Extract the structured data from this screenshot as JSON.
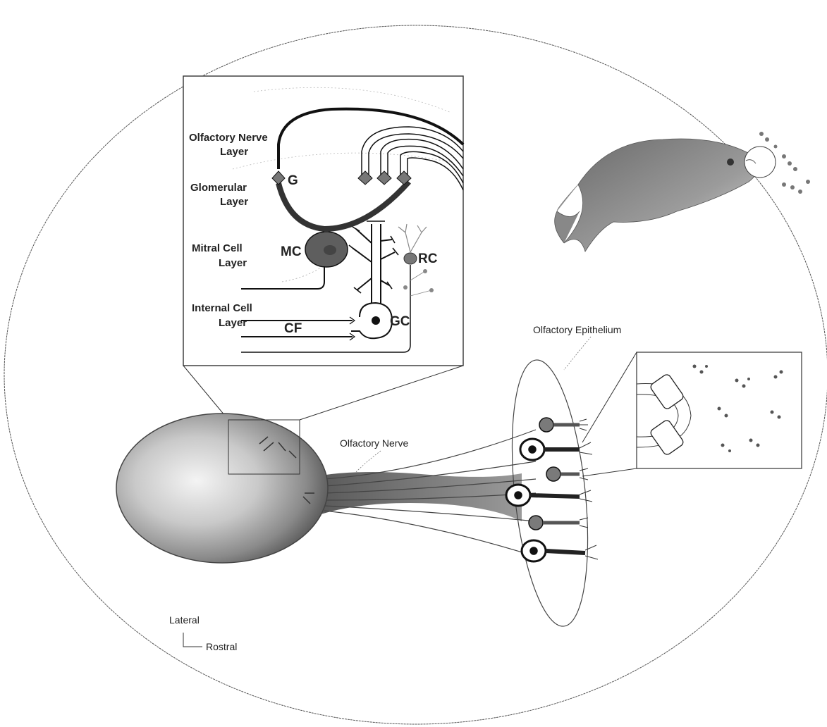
{
  "diagram": {
    "layer_labels": {
      "olfactory_nerve_layer": [
        "Olfactory Nerve",
        "Layer"
      ],
      "glomerular_layer": [
        "Glomerular",
        "Layer"
      ],
      "mitral_cell_layer": [
        "Mitral Cell",
        "Layer"
      ],
      "internal_cell_layer": [
        "Internal Cell",
        "Layer"
      ]
    },
    "cell_labels": {
      "glomerulus": "G",
      "mitral_cell": "MC",
      "ruffed_cell": "RC",
      "granule_cell": "GC",
      "centrifugal_fibers": "CF"
    },
    "structure_labels": {
      "olfactory_epithelium": "Olfactory Epithelium",
      "olfactory_nerve": "Olfactory Nerve"
    },
    "orientation": {
      "vertical": "Lateral",
      "horizontal": "Rostral"
    }
  }
}
